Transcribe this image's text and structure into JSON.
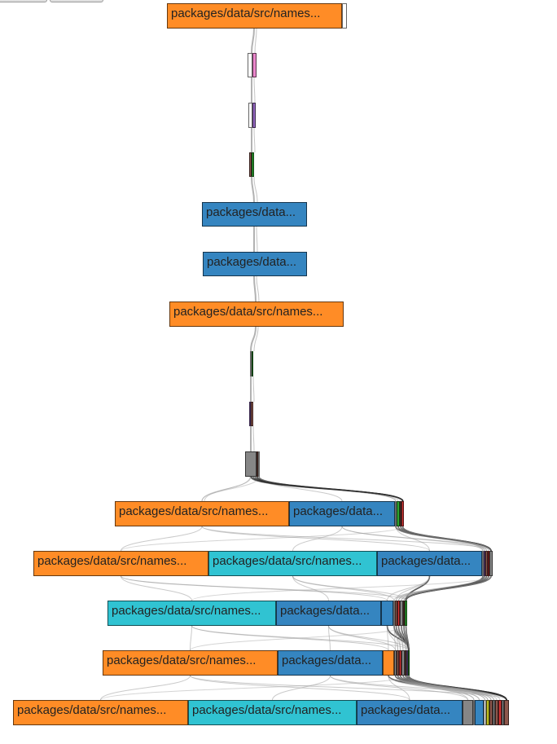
{
  "toolbar": {
    "buttons": [
      {
        "label": ""
      },
      {
        "label": ""
      }
    ]
  },
  "colors": {
    "orange": "#ff8c26",
    "blue": "#3585c0",
    "cyan": "#30c3d2",
    "gray": "#868686",
    "pink": "#ea86cb",
    "purple": "#9366c0",
    "green": "#2ca330",
    "brown": "#8c564b",
    "red": "#d33535",
    "olive": "#bcbd22",
    "white": "#ffffff",
    "link": "#9f9f9f",
    "link_dark": "#2f2f2f"
  },
  "rows": [
    {
      "nodes": [
        {
          "label": "packages/data/src/names...",
          "color": "orange"
        },
        {
          "label": "",
          "color": "white"
        }
      ]
    },
    {
      "nodes": [
        {
          "label": "",
          "color": "white"
        },
        {
          "label": "",
          "color": "pink"
        }
      ]
    },
    {
      "nodes": [
        {
          "label": "",
          "color": "white"
        },
        {
          "label": "",
          "color": "purple"
        }
      ]
    },
    {
      "nodes": [
        {
          "label": "",
          "color": "brown"
        },
        {
          "label": "",
          "color": "green"
        }
      ]
    },
    {
      "nodes": [
        {
          "label": "packages/data...",
          "color": "blue"
        }
      ]
    },
    {
      "nodes": [
        {
          "label": "packages/data...",
          "color": "blue"
        }
      ]
    },
    {
      "nodes": [
        {
          "label": "packages/data/src/names...",
          "color": "orange"
        }
      ]
    },
    {
      "nodes": [
        {
          "label": "",
          "color": "white"
        },
        {
          "label": "",
          "color": "green"
        }
      ]
    },
    {
      "nodes": [
        {
          "label": "",
          "color": "purple"
        },
        {
          "label": "",
          "color": "brown"
        }
      ]
    },
    {
      "nodes": [
        {
          "label": "",
          "color": "gray"
        },
        {
          "label": "",
          "color": "brown"
        },
        {
          "label": "",
          "color": "white"
        }
      ]
    },
    {
      "nodes": [
        {
          "label": "packages/data/src/names...",
          "color": "orange"
        },
        {
          "label": "packages/data...",
          "color": "blue"
        },
        {
          "label": "",
          "color": "white"
        },
        {
          "label": "",
          "color": "green"
        },
        {
          "label": "",
          "color": "brown"
        },
        {
          "label": "",
          "color": "red"
        }
      ]
    },
    {
      "nodes": [
        {
          "label": "packages/data/src/names...",
          "color": "orange"
        },
        {
          "label": "packages/data/src/names...",
          "color": "cyan"
        },
        {
          "label": "packages/data...",
          "color": "blue"
        },
        {
          "label": "",
          "color": "white"
        },
        {
          "label": "",
          "color": "purple"
        },
        {
          "label": "",
          "color": "brown"
        },
        {
          "label": "",
          "color": "red"
        },
        {
          "label": "",
          "color": "gray"
        }
      ]
    },
    {
      "nodes": [
        {
          "label": "packages/data/src/names...",
          "color": "cyan"
        },
        {
          "label": "packages/data...",
          "color": "blue"
        },
        {
          "label": "",
          "color": "blue"
        },
        {
          "label": "",
          "color": "white"
        },
        {
          "label": "",
          "color": "brown"
        },
        {
          "label": "",
          "color": "red"
        },
        {
          "label": "",
          "color": "gray"
        },
        {
          "label": "",
          "color": "brown"
        },
        {
          "label": "",
          "color": "green"
        }
      ]
    },
    {
      "nodes": [
        {
          "label": "packages/data/src/names...",
          "color": "orange"
        },
        {
          "label": "packages/data...",
          "color": "blue"
        },
        {
          "label": "",
          "color": "orange"
        },
        {
          "label": "",
          "color": "gray"
        },
        {
          "label": "",
          "color": "brown"
        },
        {
          "label": "",
          "color": "red"
        },
        {
          "label": "",
          "color": "gray"
        },
        {
          "label": "",
          "color": "brown"
        },
        {
          "label": "",
          "color": "purple"
        },
        {
          "label": "",
          "color": "green"
        }
      ]
    },
    {
      "nodes": [
        {
          "label": "packages/data/src/names...",
          "color": "orange"
        },
        {
          "label": "packages/data/src/names...",
          "color": "cyan"
        },
        {
          "label": "packages/data...",
          "color": "blue"
        },
        {
          "label": "",
          "color": "gray"
        },
        {
          "label": "",
          "color": "white"
        },
        {
          "label": "",
          "color": "blue"
        },
        {
          "label": "",
          "color": "white"
        },
        {
          "label": "",
          "color": "olive"
        },
        {
          "label": "",
          "color": "brown"
        },
        {
          "label": "",
          "color": "gray"
        },
        {
          "label": "",
          "color": "brown"
        },
        {
          "label": "",
          "color": "red"
        },
        {
          "label": "",
          "color": "gray"
        },
        {
          "label": "",
          "color": "brown"
        }
      ]
    }
  ]
}
